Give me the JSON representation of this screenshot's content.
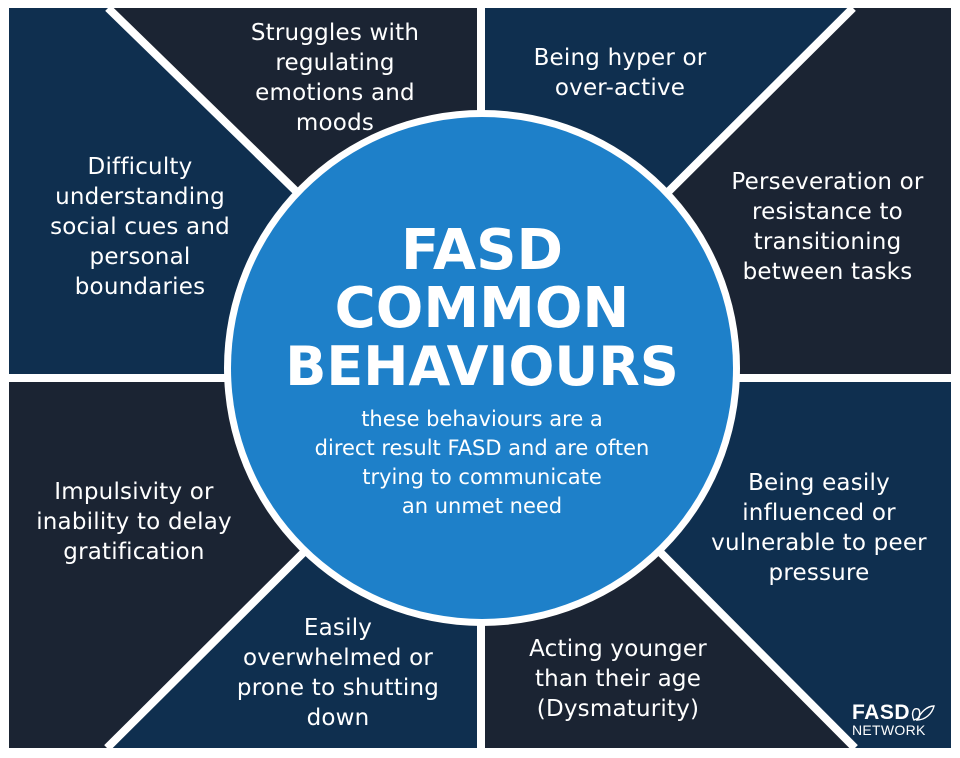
{
  "colors": {
    "dark_navy": "#1b2433",
    "mid_navy": "#0f2f4f",
    "circle_blue": "#1e80c9",
    "divider": "#ffffff"
  },
  "center": {
    "title_lines": [
      "FASD",
      "COMMON",
      "BEHAVIOURS"
    ],
    "subtitle_lines": [
      "these behaviours are a",
      "direct result FASD and are often",
      "trying to communicate",
      "an unmet need"
    ]
  },
  "behaviours": [
    {
      "id": "emotions",
      "lines": [
        "Struggles with",
        "regulating",
        "emotions and",
        "moods"
      ]
    },
    {
      "id": "hyper",
      "lines": [
        "Being hyper or",
        "over-active"
      ]
    },
    {
      "id": "perseveration",
      "lines": [
        "Perseveration or",
        "resistance to",
        "transitioning",
        "between tasks"
      ]
    },
    {
      "id": "influenced",
      "lines": [
        "Being easily",
        "influenced or",
        "vulnerable to peer",
        "pressure"
      ]
    },
    {
      "id": "dysmaturity",
      "lines": [
        "Acting younger",
        "than their age",
        "(Dysmaturity)"
      ]
    },
    {
      "id": "overwhelmed",
      "lines": [
        "Easily",
        "overwhelmed or",
        "prone to shutting",
        "down"
      ]
    },
    {
      "id": "impulsivity",
      "lines": [
        "Impulsivity or",
        "inability to delay",
        "gratification"
      ]
    },
    {
      "id": "social-cues",
      "lines": [
        "Difficulty",
        "understanding",
        "social cues and",
        "personal",
        "boundaries"
      ]
    }
  ],
  "logo": {
    "line1": "FASD",
    "line2": "NETWORK",
    "icon": "heart-leaf-icon"
  }
}
